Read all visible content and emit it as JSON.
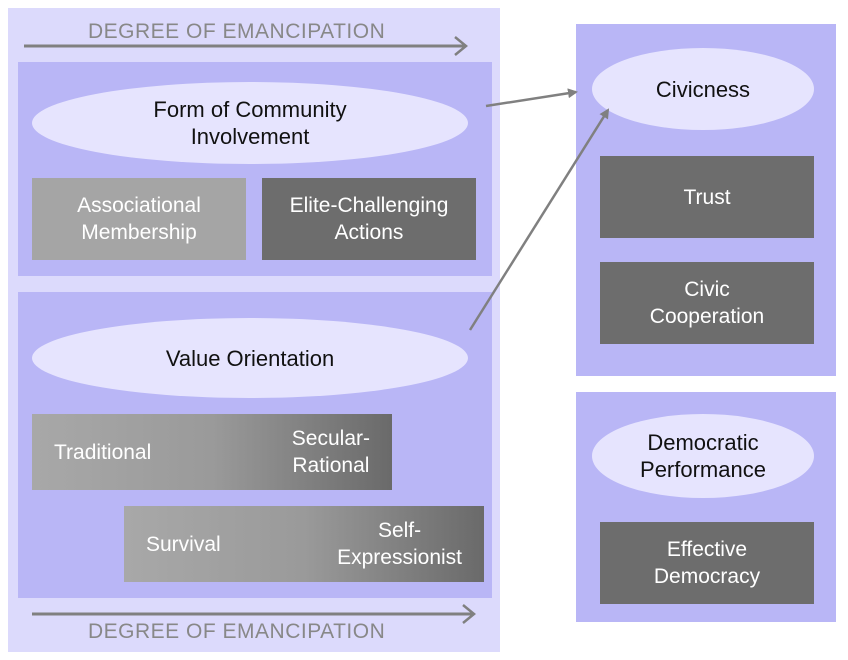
{
  "emancipation": {
    "top_label": "DEGREE OF EMANCIPATION",
    "bottom_label": "DEGREE OF EMANCIPATION"
  },
  "community": {
    "title": "Form of Community\nInvolvement",
    "associational": "Associational\nMembership",
    "elite": "Elite-Challenging\nActions"
  },
  "values": {
    "title": "Value Orientation",
    "traditional": "Traditional",
    "secular": "Secular-\nRational",
    "survival": "Survival",
    "self_expression": "Self-\nExpressionist"
  },
  "civicness": {
    "title": "Civicness",
    "trust": "Trust",
    "cooperation": "Civic\nCooperation"
  },
  "democracy": {
    "title": "Democratic\nPerformance",
    "effective": "Effective\nDemocracy"
  },
  "colors": {
    "outer_panel": "#dcdafc",
    "inner_panel": "#b9b6f6",
    "ellipse": "#e6e4fe",
    "dark_box": "#6d6d6d",
    "light_box": "#a5a5a5",
    "arrow": "#808080"
  }
}
